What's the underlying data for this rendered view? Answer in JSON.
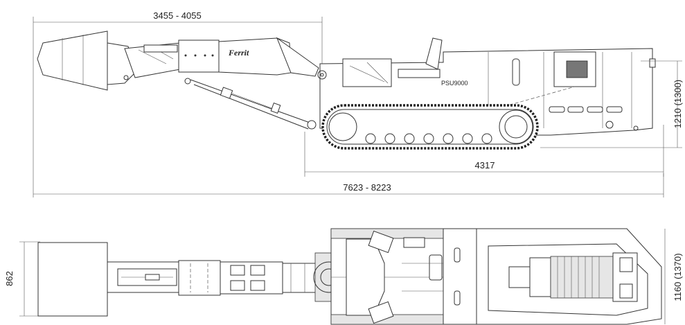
{
  "dimensions": {
    "boom_reach": "3455 - 4055",
    "crawler_length": "4317",
    "overall_length": "7623 - 8223",
    "height": "1210 (1300)",
    "boom_width": "862",
    "overall_width": "1160 (1370)"
  },
  "labels": {
    "brand": "Ferrit",
    "model": "PSU9000"
  },
  "colors": {
    "line": "#333333",
    "background": "#ffffff"
  }
}
